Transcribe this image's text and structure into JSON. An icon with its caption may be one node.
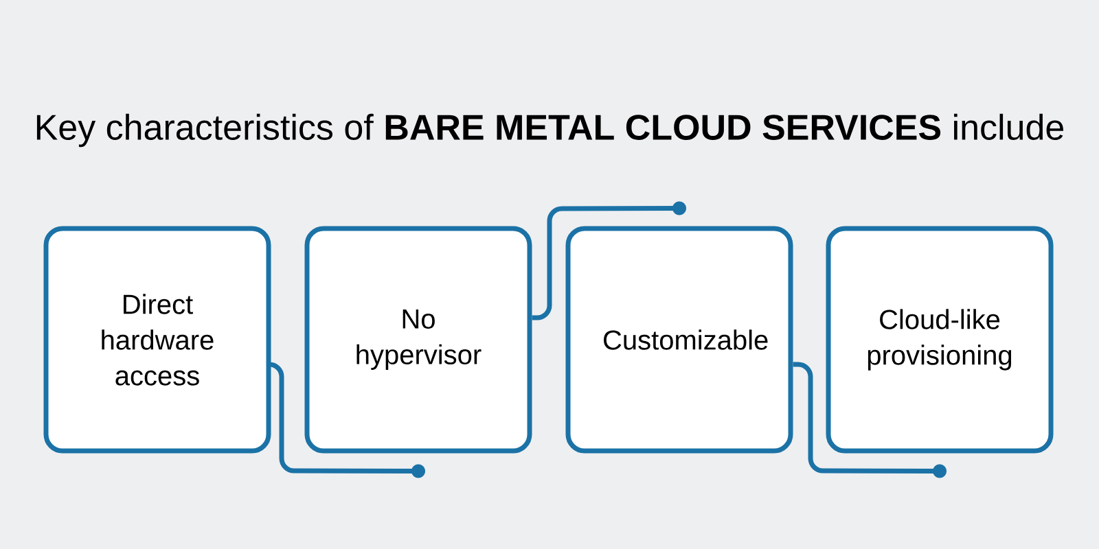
{
  "diagram": {
    "title": "Key characteristics of **BARE METAL CLOUD SERVICES** include",
    "nodes": [
      {
        "text": [
          "Direct hardware access"
        ]
      },
      {
        "text": [
          "No hypervisor"
        ]
      },
      {
        "text": [
          "Customizable"
        ]
      },
      {
        "text": [
          "Cloud-like provisioning"
        ]
      }
    ],
    "edges": [
      {
        "from": 0,
        "to": 1,
        "arrow": "other"
      },
      {
        "from": 1,
        "to": 2,
        "arrow": "other"
      },
      {
        "from": 2,
        "to": 3,
        "arrow": "other"
      }
    ]
  }
}
